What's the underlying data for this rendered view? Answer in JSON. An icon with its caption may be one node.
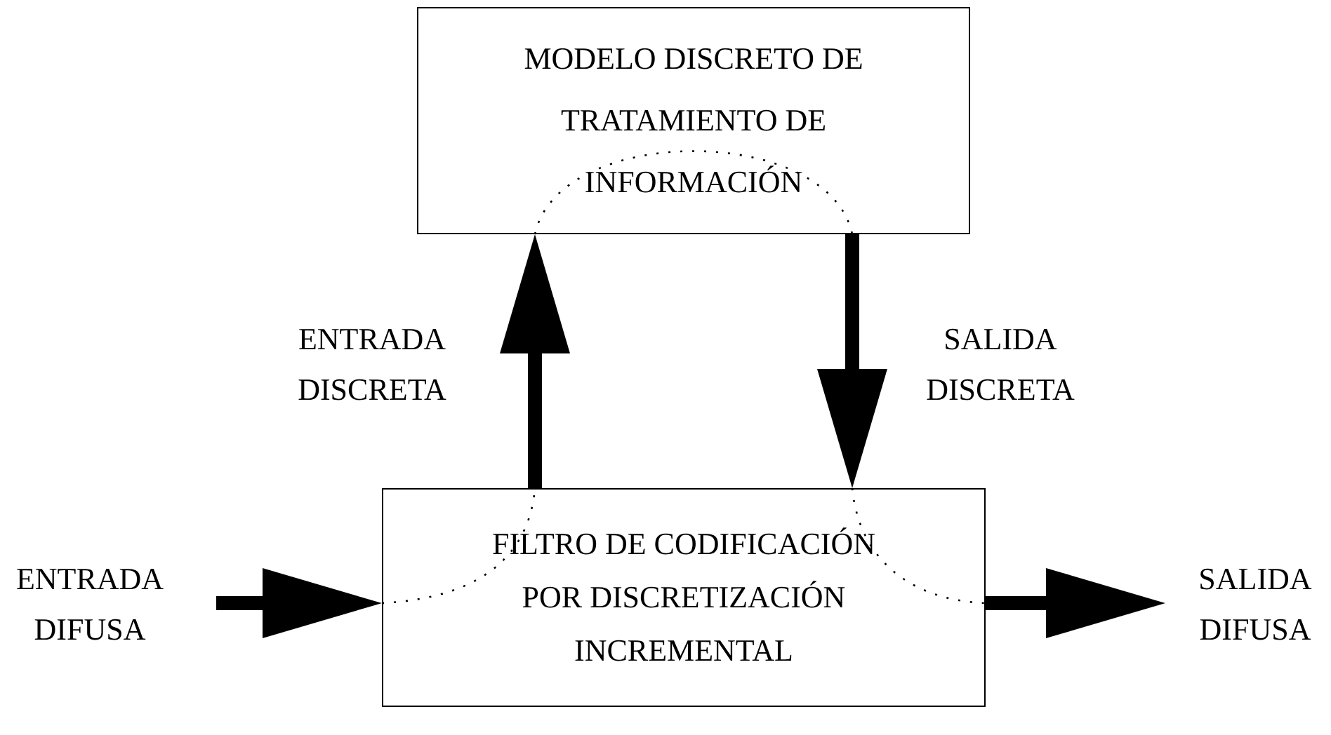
{
  "diagram": {
    "nodes": [
      {
        "text": [
          "MODELO DISCRETO DE TRATAMIENTO DE INFORMACIÓN"
        ]
      },
      {
        "text": [
          "FILTRO DE CODIFICACIÓN POR DISCRETIZACIÓN INCREMENTAL"
        ]
      },
      {
        "text": [
          "ENTRADA DIFUSA"
        ]
      },
      {
        "text": [
          "SALIDA DIFUSA"
        ]
      }
    ],
    "edges": [
      {
        "from": 1,
        "to": 0,
        "arrow": "to",
        "label": "ENTRADA DISCRETA"
      },
      {
        "from": 0,
        "to": 1,
        "arrow": "to",
        "label": "SALIDA DISCRETA"
      },
      {
        "from": 2,
        "to": 1,
        "arrow": "to"
      },
      {
        "from": 1,
        "to": 3,
        "arrow": "to"
      }
    ]
  }
}
